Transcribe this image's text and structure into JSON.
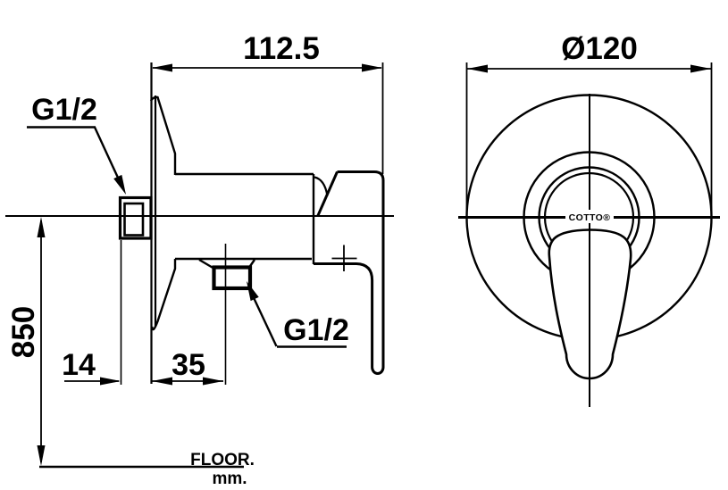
{
  "meta": {
    "title": "Shower valve installation drawing",
    "drawing_type": "2-view technical dimension drawing"
  },
  "colors": {
    "line": "#000000",
    "background": "#ffffff"
  },
  "dimensions": {
    "body_width": "112.5",
    "escutcheon_diameter": "Ø120",
    "mounting_height": "850",
    "wall_offset": "14",
    "outlet_offset": "35"
  },
  "threads": {
    "inlet": "G1/2",
    "outlet": "G1/2"
  },
  "notes": {
    "floor": "FLOOR.",
    "units": "mm."
  },
  "brand": {
    "logo": "COTTO®"
  }
}
